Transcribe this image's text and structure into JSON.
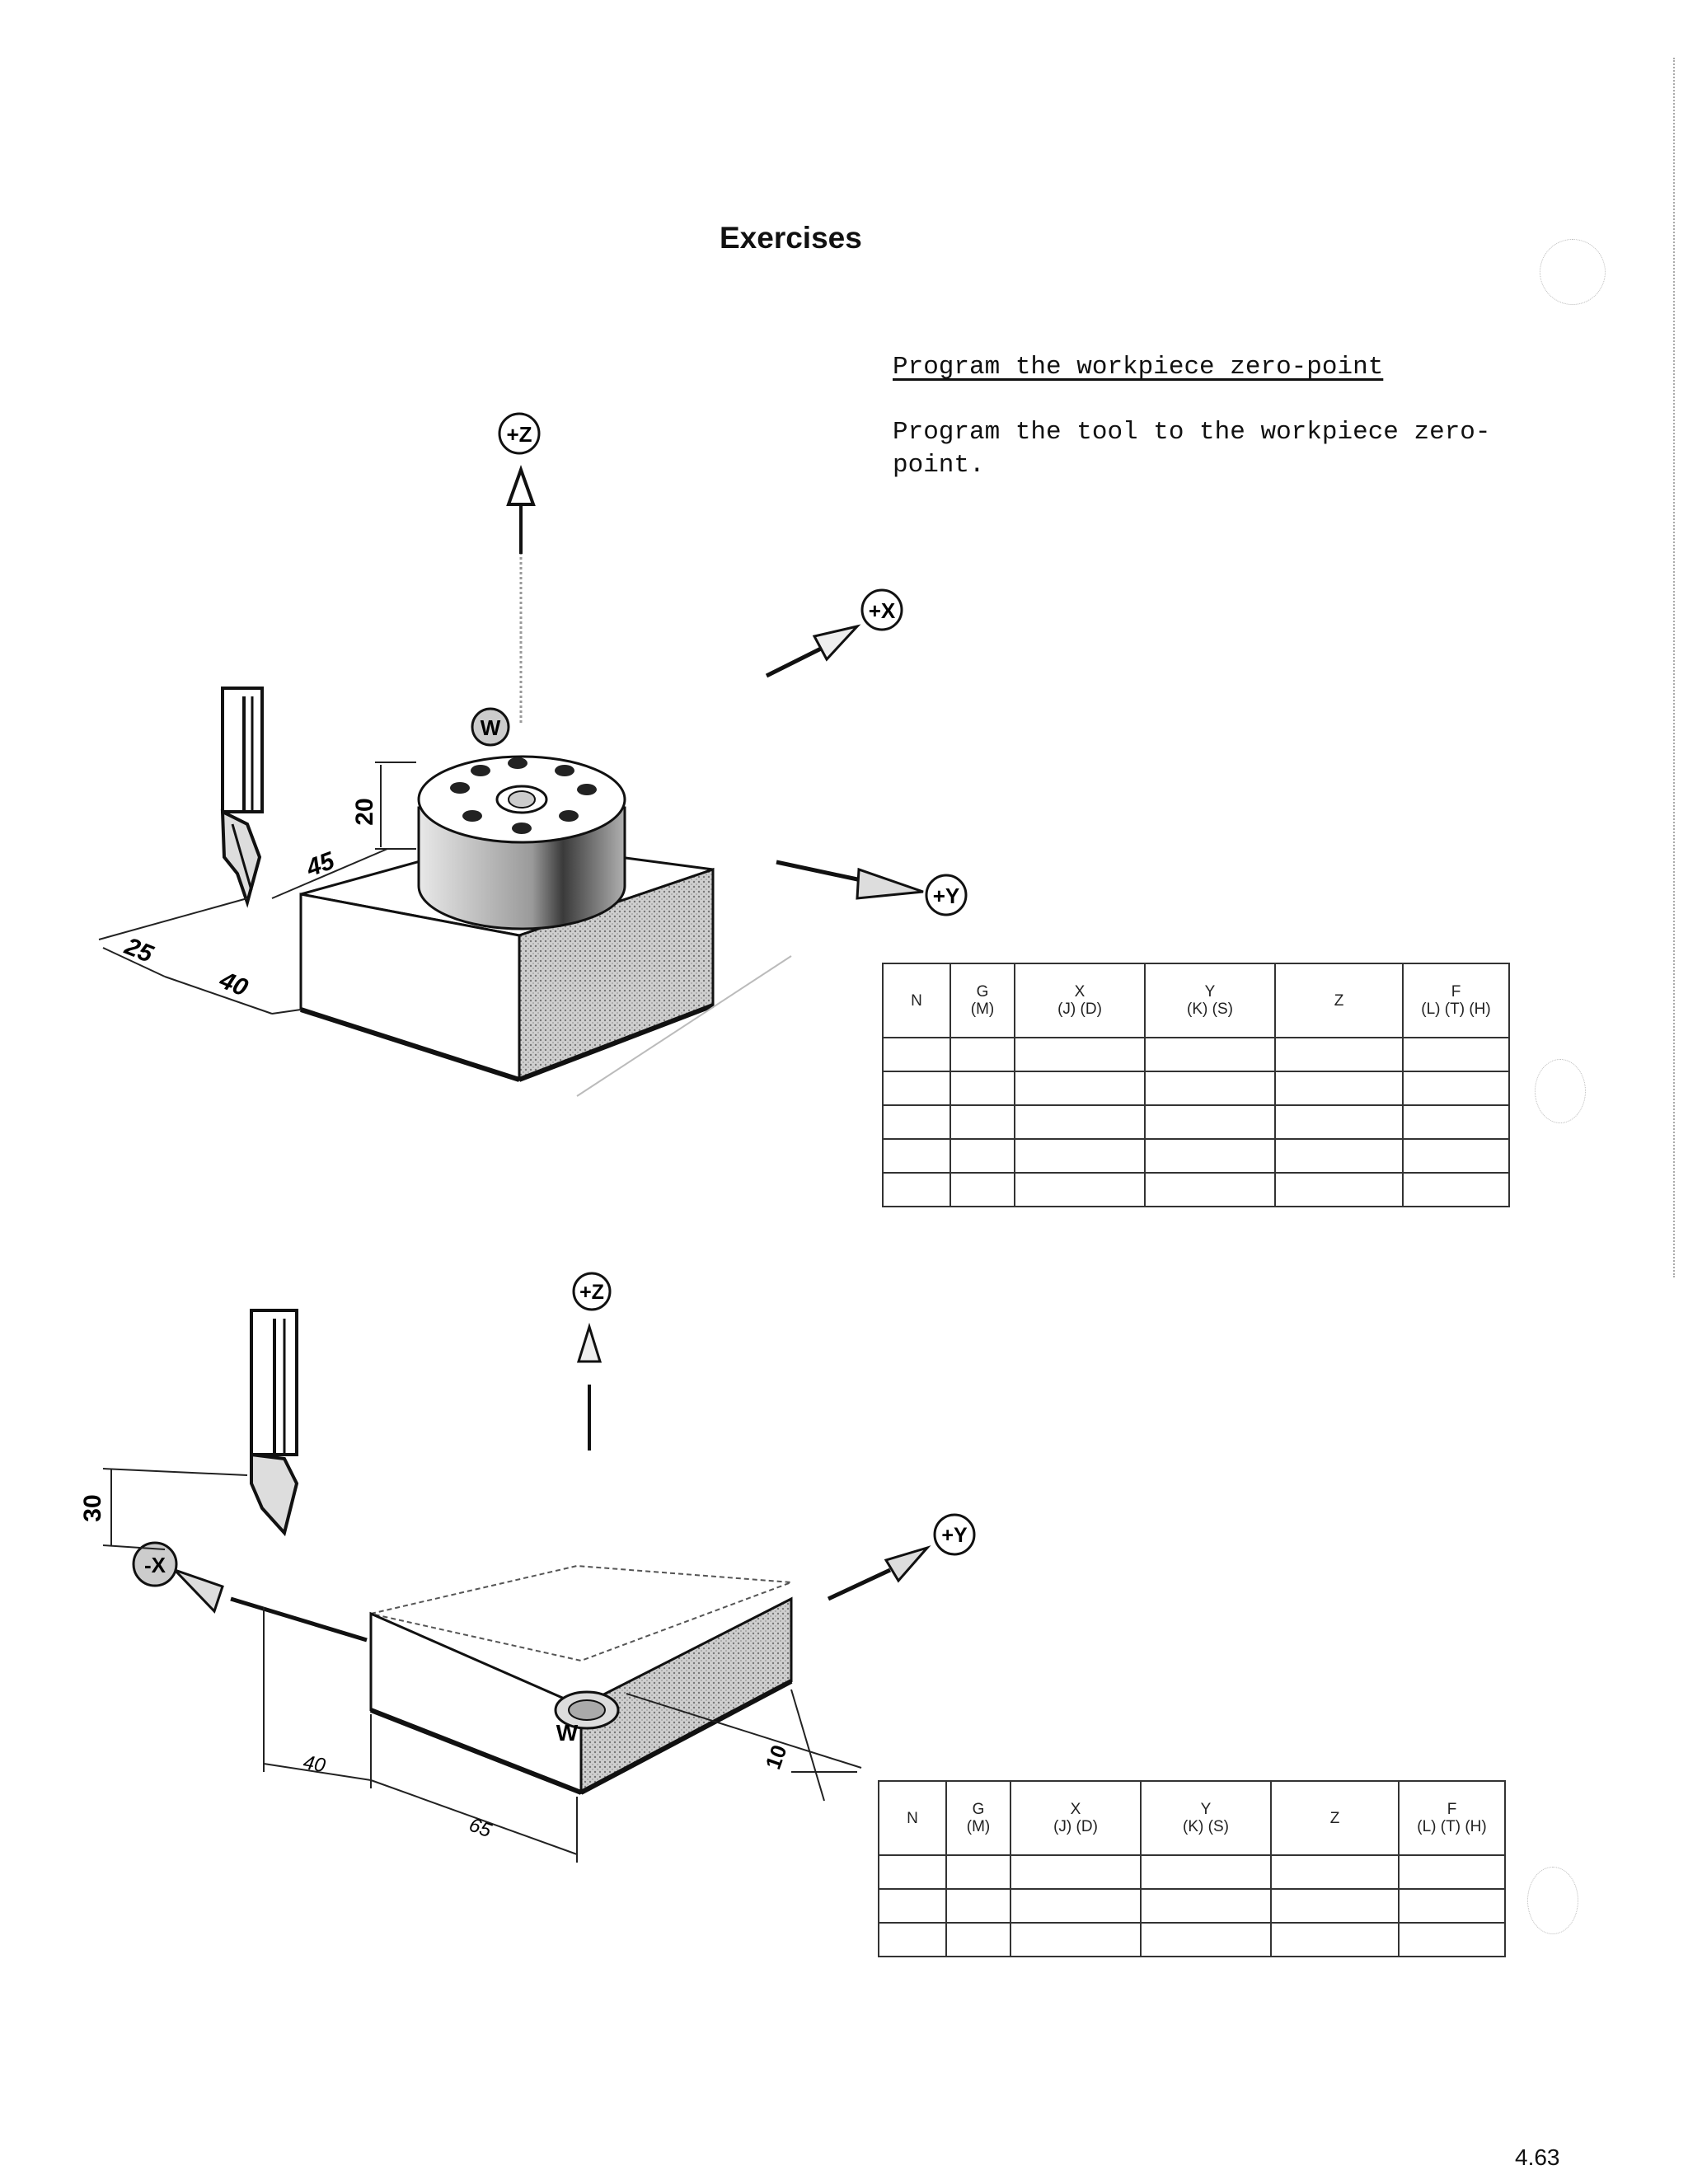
{
  "page": {
    "title": "Exercises",
    "page_number": "4.63"
  },
  "task": {
    "heading": "Program the workpiece zero-point",
    "body": "Program the tool to the workpiece zero-point."
  },
  "figure1": {
    "axis_labels": {
      "z": "+Z",
      "x": "+X",
      "y": "+Y"
    },
    "zero_point_label": "W",
    "dimensions": {
      "height": "20",
      "offset_a": "45",
      "offset_b": "25",
      "offset_c": "40"
    }
  },
  "figure2": {
    "axis_labels": {
      "z": "+Z",
      "x": "-X",
      "y": "+Y"
    },
    "zero_point_label": "W",
    "dimensions": {
      "height": "30",
      "depth": "10",
      "offset_a": "40",
      "offset_b": "65"
    }
  },
  "program_table": {
    "headers": [
      {
        "main": "N",
        "sub": ""
      },
      {
        "main": "G",
        "sub": "(M)"
      },
      {
        "main": "X",
        "sub": "(J)   (D)"
      },
      {
        "main": "Y",
        "sub": "(K)   (S)"
      },
      {
        "main": "Z",
        "sub": ""
      },
      {
        "main": "F",
        "sub": "(L) (T) (H)"
      }
    ]
  }
}
